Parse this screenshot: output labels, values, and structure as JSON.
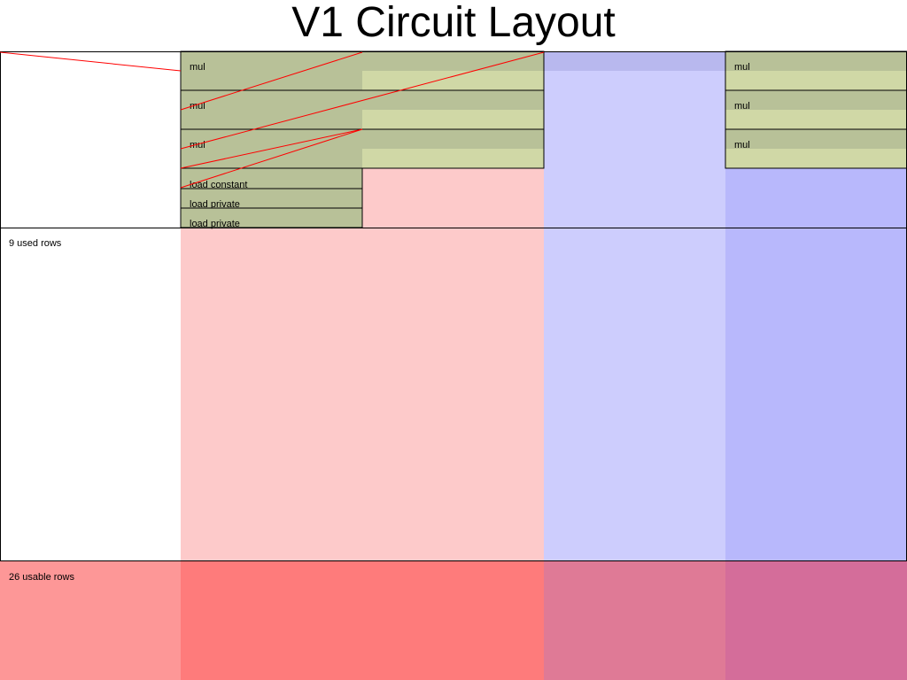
{
  "title": "V1 Circuit Layout",
  "annotations": {
    "used_rows": "9 used rows",
    "usable_rows": "26 usable rows"
  },
  "regions": [
    {
      "name": "selector-region",
      "label": "mul"
    },
    {
      "name": "selector-region",
      "label": "mul"
    },
    {
      "name": "selector-region",
      "label": "mul"
    },
    {
      "name": "selector-region",
      "label": "load constant"
    },
    {
      "name": "selector-region",
      "label": "load private"
    },
    {
      "name": "selector-region",
      "label": "load private"
    },
    {
      "name": "selector-region-right",
      "label": "mul"
    },
    {
      "name": "selector-region-right",
      "label": "mul"
    },
    {
      "name": "selector-region-right",
      "label": "mul"
    }
  ],
  "colors": {
    "advice_column": "#fdcaca",
    "instance_column": "#cdcdfd",
    "fixed_column": "#b8b8fc",
    "region_fill": "#b8c198",
    "region_cell_fill": "#d0d8a6",
    "unusable_left": "#fd9797",
    "unusable_advice": "#fe7b7b",
    "unusable_instance": "#df7a96",
    "unusable_fixed": "#d46d9a",
    "equality_constraint": "#ff0000"
  }
}
